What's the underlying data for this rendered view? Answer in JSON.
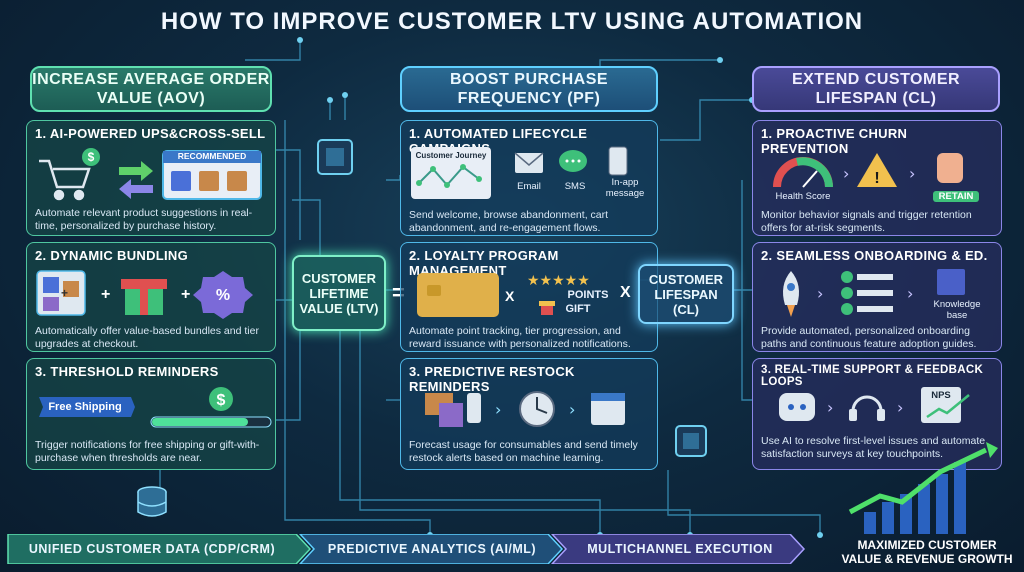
{
  "title": "HOW TO IMPROVE CUSTOMER LTV USING AUTOMATION",
  "columns": [
    {
      "heading": "INCREASE AVERAGE ORDER VALUE (AOV)",
      "sections": [
        {
          "title": "1. AI-POWERED UPS&CROSS-SELL",
          "badge": "RECOMMENDED",
          "icons": [
            "shopping-cart-icon",
            "exchange-arrows-icon",
            "recommended-products-icon"
          ],
          "desc": "Automate relevant product suggestions in real-time, personalized by purchase history."
        },
        {
          "title": "2. DYNAMIC BUNDLING",
          "icons": [
            "product-bundle-icon",
            "gift-box-icon",
            "discount-badge-icon"
          ],
          "desc": "Automatically offer value-based bundles and tier upgrades at checkout."
        },
        {
          "title": "3. THRESHOLD REMINDERS",
          "badge": "Free Shipping",
          "icons": [
            "dollar-coin-icon",
            "progress-bar-icon"
          ],
          "desc": "Trigger notifications for free shipping or gift-with-purchase when thresholds are near."
        }
      ]
    },
    {
      "heading": "BOOST PURCHASE FREQUENCY (PF)",
      "sections": [
        {
          "title": "1. AUTOMATED LIFECYCLE CAMPAIGNS",
          "journey_label": "Customer Journey",
          "channels": [
            "Email",
            "SMS",
            "In-app message"
          ],
          "desc": "Send welcome, browse abandonment, cart abandonment, and re-engagement flows."
        },
        {
          "title": "2. LOYALTY PROGRAM MANAGEMENT",
          "points_label": "POINTS",
          "gift_label": "GIFT",
          "desc": "Automate point tracking, tier progression, and reward issuance with personalized notifications."
        },
        {
          "title": "3. PREDICTIVE RESTOCK REMINDERS",
          "icons": [
            "consumables-icon",
            "clock-icon",
            "calendar-icon"
          ],
          "desc": "Forecast usage for consumables and send timely restock alerts based on machine learning."
        }
      ]
    },
    {
      "heading": "EXTEND CUSTOMER LIFESPAN (CL)",
      "sections": [
        {
          "title": "1. PROACTIVE CHURN PREVENTION",
          "labels": [
            "Health Score",
            "RETAIN"
          ],
          "icons": [
            "gauge-icon",
            "warning-icon",
            "hand-icon"
          ],
          "desc": "Monitor behavior signals and trigger retention offers for at-risk segments."
        },
        {
          "title": "2. SEAMLESS ONBOARDING & ED.",
          "labels": [
            "Knowledge base"
          ],
          "icons": [
            "rocket-icon",
            "checklist-icon",
            "book-icon"
          ],
          "desc": "Provide automated, personalized onboarding paths and continuous feature adoption guides."
        },
        {
          "title": "3. REAL-TIME SUPPORT & FEEDBACK LOOPS",
          "labels": [
            "NPS"
          ],
          "icons": [
            "chatbot-icon",
            "headset-icon",
            "nps-chart-icon"
          ],
          "desc": "Use AI to resolve first-level issues and automate satisfaction surveys at key touchpoints."
        }
      ]
    }
  ],
  "formula": {
    "ltv": "CUSTOMER LIFETIME VALUE (LTV)",
    "equals": "=",
    "times": "X",
    "cl": "CUSTOMER LIFESPAN (CL)"
  },
  "bottom": {
    "bars": [
      "UNIFIED CUSTOMER DATA (CDP/CRM)",
      "PREDICTIVE ANALYTICS (AI/ML)",
      "MULTICHANNEL EXECUTION"
    ],
    "growth": "MAXIMIZED CUSTOMER VALUE & REVENUE GROWTH"
  },
  "colors": {
    "green": "#4fc7a0",
    "blue": "#4fb8e8",
    "purple": "#8b86e8",
    "gold": "#f2c14e"
  }
}
